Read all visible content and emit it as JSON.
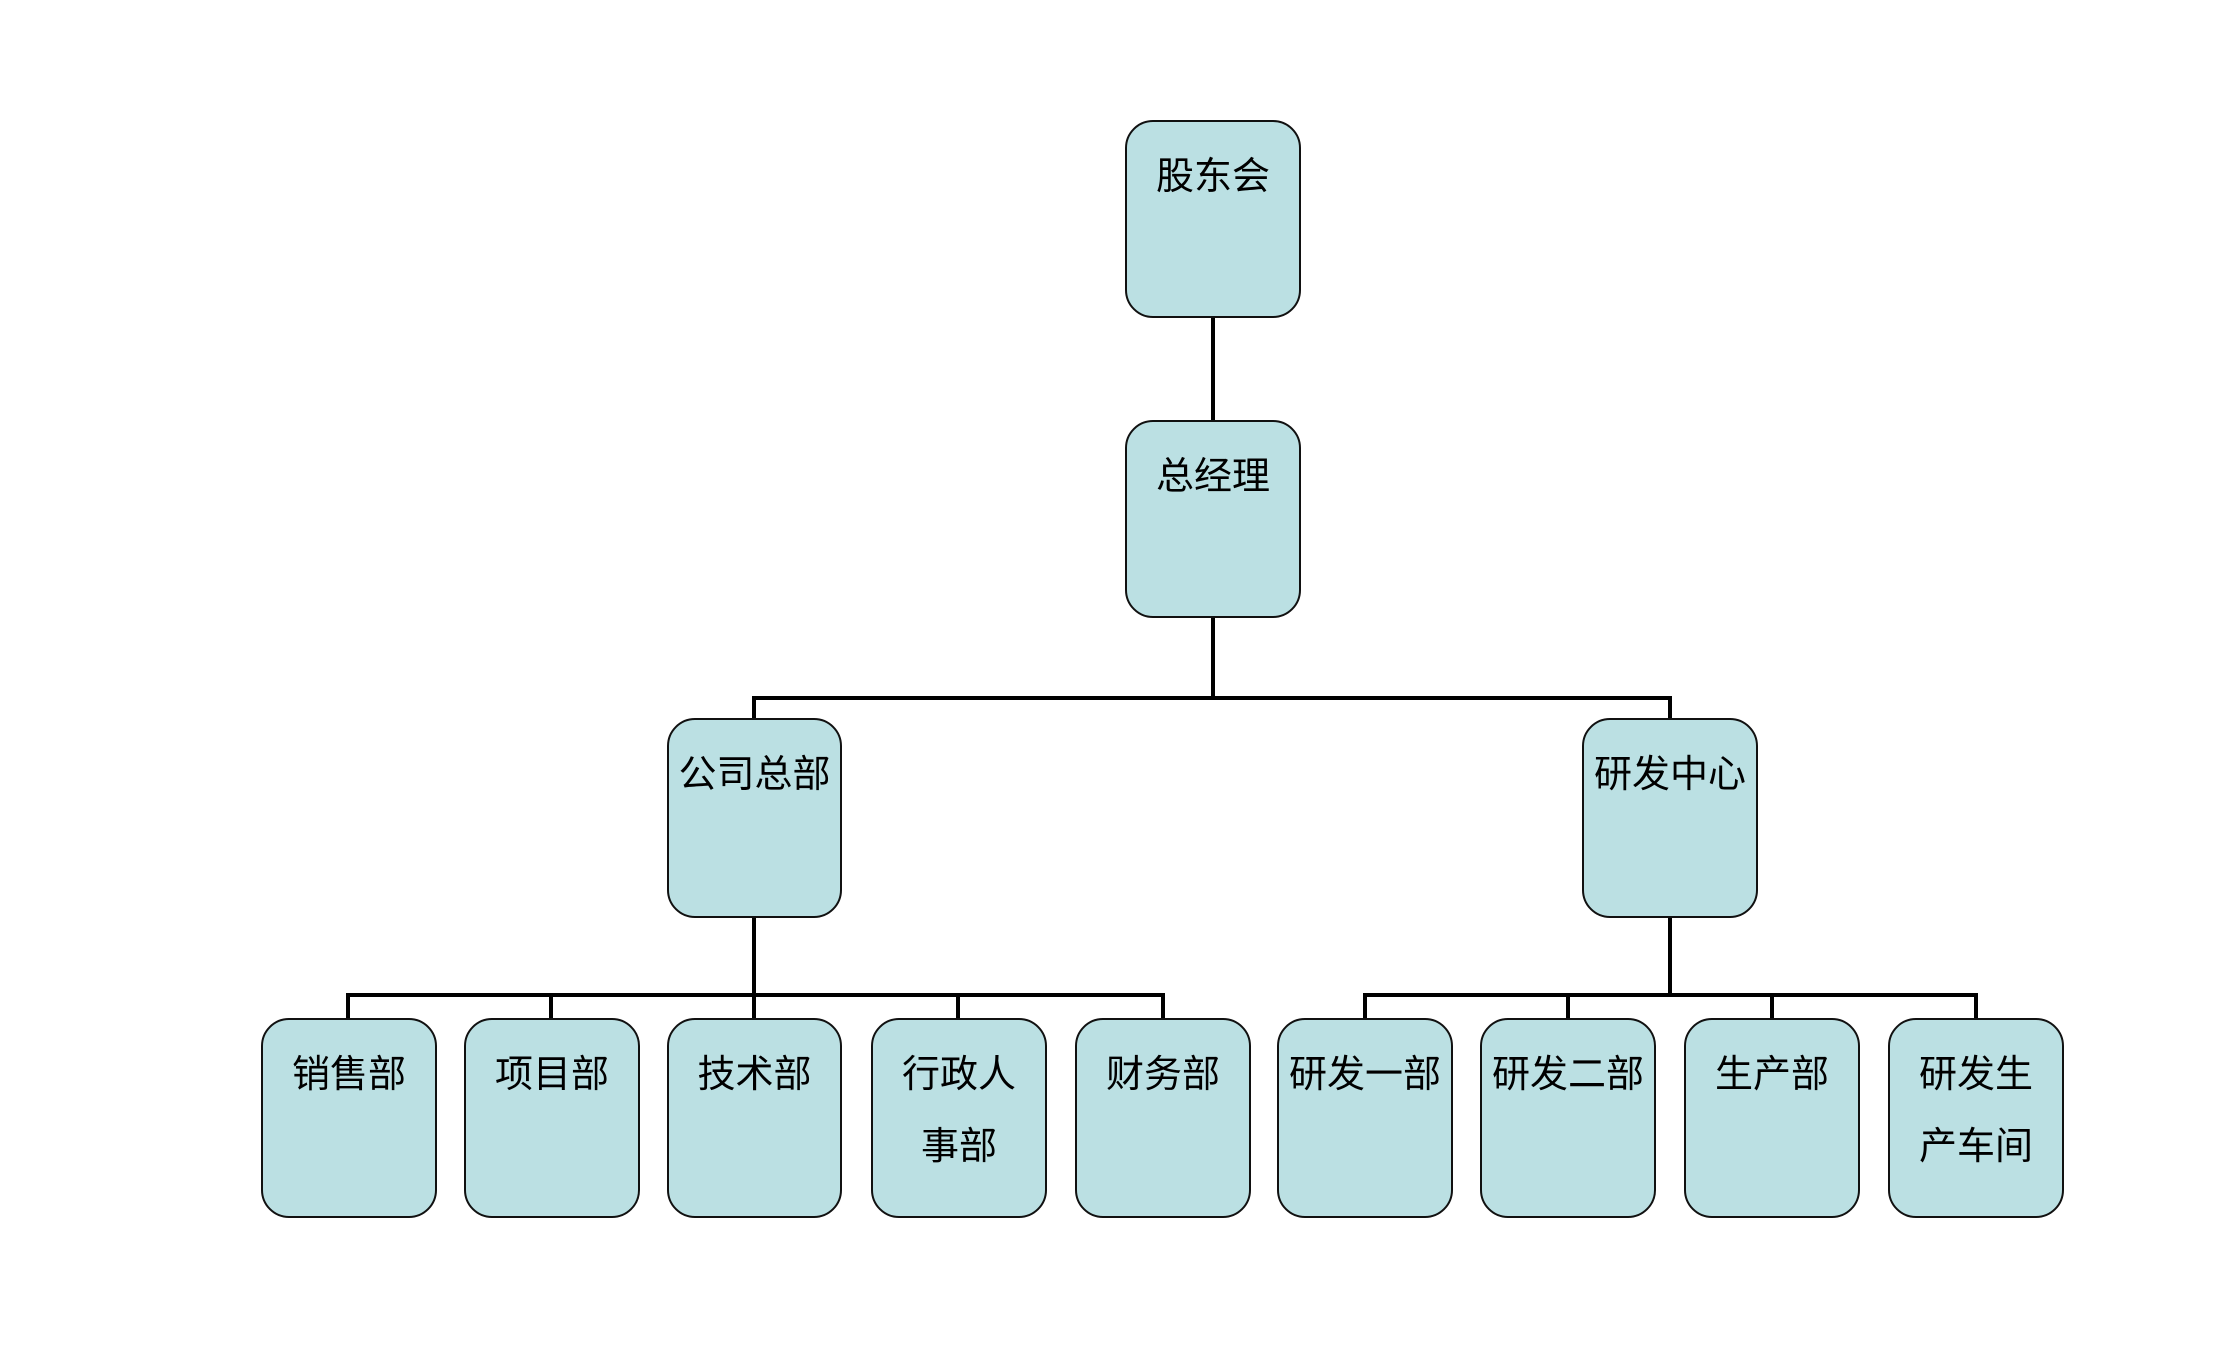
{
  "org_chart": {
    "root": {
      "label": "股东会",
      "children": [
        {
          "label": "总经理",
          "children": [
            {
              "label": "公司总部",
              "children": [
                {
                  "label": "销售部"
                },
                {
                  "label": "项目部"
                },
                {
                  "label": "技术部"
                },
                {
                  "label": "行政人事部"
                },
                {
                  "label": "财务部"
                }
              ]
            },
            {
              "label": "研发中心",
              "children": [
                {
                  "label": "研发一部"
                },
                {
                  "label": "研发二部"
                },
                {
                  "label": "生产部"
                },
                {
                  "label": "研发生产车间"
                }
              ]
            }
          ]
        }
      ]
    },
    "colors": {
      "box_fill": "#bbe0e3",
      "box_border": "#111111",
      "line": "#000000",
      "text": "#000000",
      "background": "#ffffff"
    }
  }
}
